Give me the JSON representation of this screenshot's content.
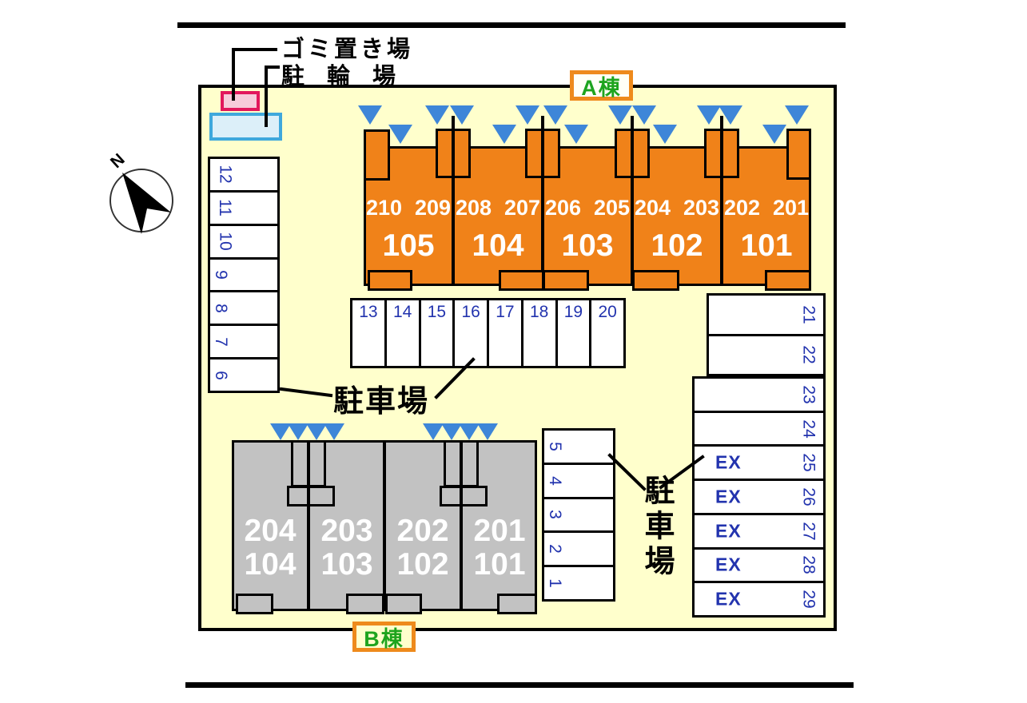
{
  "plan": {
    "compass": {
      "label": "N"
    },
    "legend": {
      "garbage_label": "ゴミ置き場",
      "bicycle_label": "駐輪場"
    },
    "building_a": {
      "label": "A棟",
      "units": [
        {
          "second_floor": "210 209",
          "first_floor": "105"
        },
        {
          "second_floor": "208 207",
          "first_floor": "104"
        },
        {
          "second_floor": "206 205",
          "first_floor": "103"
        },
        {
          "second_floor": "204 203",
          "first_floor": "102"
        },
        {
          "second_floor": "202 201",
          "first_floor": "101"
        }
      ]
    },
    "building_b": {
      "label": "B棟",
      "units": [
        {
          "second_floor": "204",
          "first_floor": "104"
        },
        {
          "second_floor": "203",
          "first_floor": "103"
        },
        {
          "second_floor": "202",
          "first_floor": "102"
        },
        {
          "second_floor": "201",
          "first_floor": "101"
        }
      ]
    },
    "parking": {
      "label_left": "駐車場",
      "label_right": "駐車場",
      "left_column": [
        "12",
        "11",
        "10",
        "9",
        "8",
        "7",
        "6"
      ],
      "middle_row": [
        "13",
        "14",
        "15",
        "16",
        "17",
        "18",
        "19",
        "20"
      ],
      "bottom_column": [
        "5",
        "4",
        "3",
        "2",
        "1"
      ],
      "right_column": [
        {
          "number": "21",
          "tag": ""
        },
        {
          "number": "22",
          "tag": ""
        },
        {
          "number": "23",
          "tag": ""
        },
        {
          "number": "24",
          "tag": ""
        },
        {
          "number": "25",
          "tag": "EX"
        },
        {
          "number": "26",
          "tag": "EX"
        },
        {
          "number": "27",
          "tag": "EX"
        },
        {
          "number": "28",
          "tag": "EX"
        },
        {
          "number": "29",
          "tag": "EX"
        }
      ]
    },
    "colors": {
      "map_background": "#FFFFCC",
      "building_a_fill": "#F08219",
      "building_b_fill": "#C2C2C2",
      "entrance_triangle": "#3E86D8",
      "space_number_blue": "#2233AE",
      "label_green": "#1EA41E",
      "label_box_border_orange": "#EE8A1C",
      "garbage_box_border": "#E2175C",
      "garbage_box_fill": "#F7CBDA",
      "bicycle_box_border": "#3FA8DC",
      "bicycle_box_fill": "#DCEFF9"
    }
  }
}
